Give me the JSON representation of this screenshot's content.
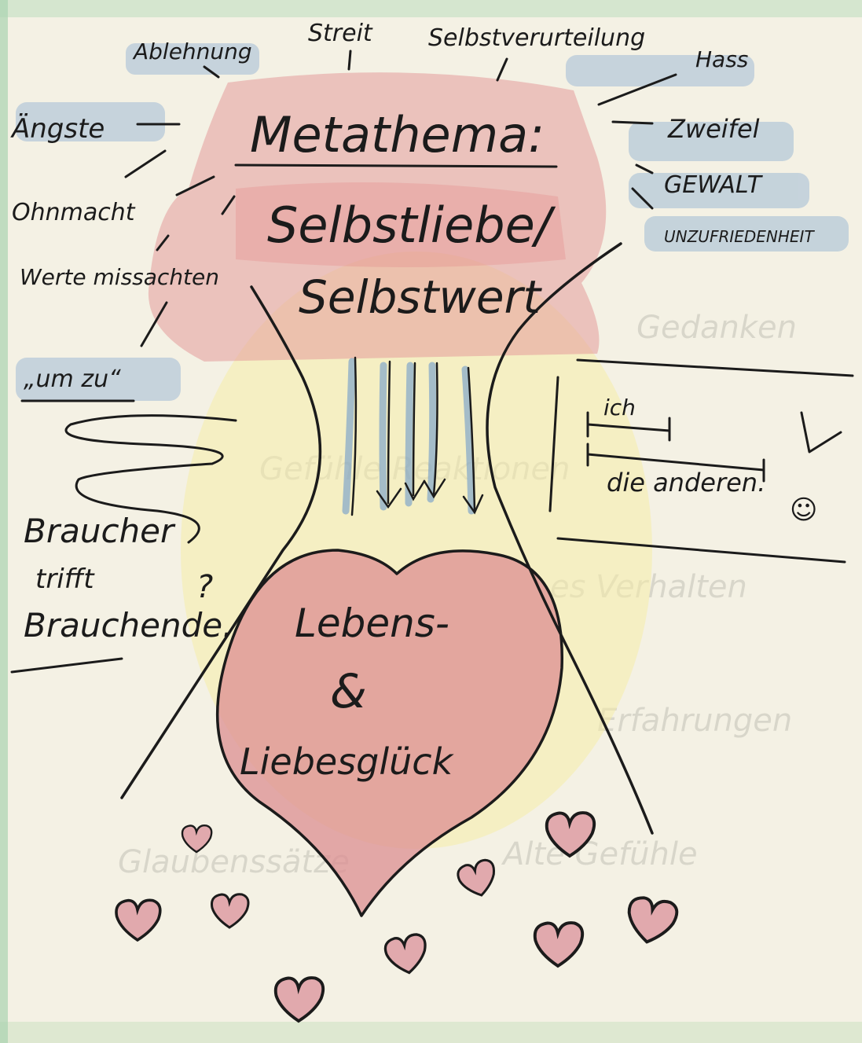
{
  "poster": {
    "title": "Metathema:",
    "core": {
      "line1": "Selbstliebe/",
      "line2": "Selbstwert"
    },
    "heart": {
      "line1": "Lebens-",
      "line2": "&",
      "line3": "Liebesglück"
    },
    "left_terms": {
      "ablehnung": "Ablehnung",
      "aengste": "Ängste",
      "ohnmacht": "Ohnmacht",
      "werte": "Werte missachten",
      "um_zu": "„um zu“"
    },
    "top_terms": {
      "streit": "Streit",
      "selbstverurteilung": "Selbstverurteilung"
    },
    "right_terms": {
      "hass": "Hass",
      "zweifel": "Zweifel",
      "gewalt": "GEWALT",
      "unzufriedenheit": "UNZUFRIEDENHEIT"
    },
    "brauchen": {
      "line1": "Braucher",
      "line2": "trifft",
      "line3": "Brauchende.",
      "mark": "?"
    },
    "ich_box": {
      "ich": "ich",
      "andere": "die anderen.",
      "mark": "☺"
    }
  },
  "colors": {
    "paper": "#f3f1e6",
    "ink": "#1b1b1b",
    "red_wash": "#e08a8a",
    "blue_wash": "#7fa4c8",
    "yellow_wash": "#f3ecb0",
    "green_edge": "#8fc49a",
    "heart_fill": "#d98a8e"
  }
}
